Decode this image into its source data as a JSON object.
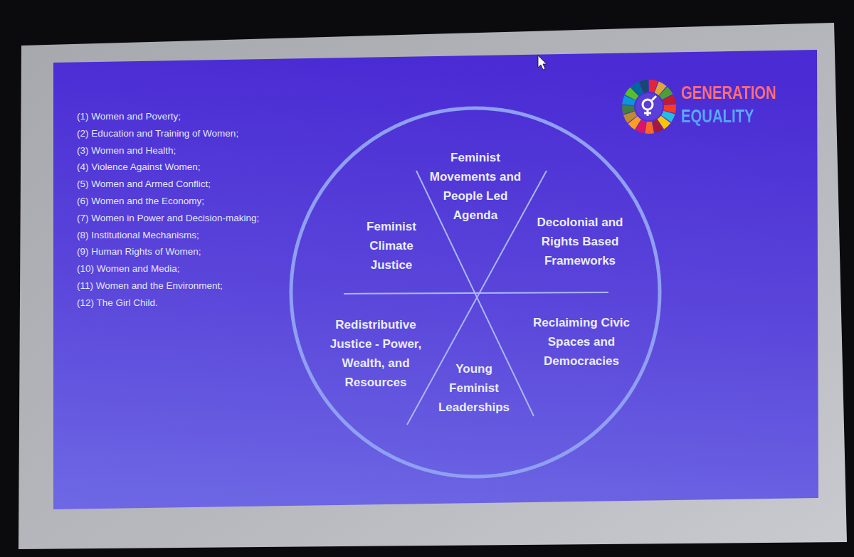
{
  "diagram": {
    "nodes": [
      {
        "text": [
          "Feminist Movements and People Led Agenda"
        ]
      },
      {
        "text": [
          "Decolonial and Rights Based Frameworks"
        ]
      },
      {
        "text": [
          "Reclaiming Civic Spaces and Democracies"
        ]
      },
      {
        "text": [
          "Young Feminist Leaderships"
        ]
      },
      {
        "text": [
          "Redistributive Justice - Power, Wealth, and Resources"
        ]
      },
      {
        "text": [
          "Feminist Climate Justice"
        ]
      }
    ],
    "labels": [
      "(1) Women and Poverty;",
      "(2) Education and Training of Women;",
      "(3) Women and Health;",
      "(4) Violence Against Women;",
      "(5) Women and Armed Conflict;",
      "(6) Women and the Economy;",
      "(7) Women in Power and Decision-making;",
      "(8) Institutional Mechanisms;",
      "(9) Human Rights of Women;",
      "(10) Women and Media;",
      "(11) Women and the Environment;",
      "(12) The Girl Child.",
      "GENERATION EQUALITY"
    ]
  }
}
